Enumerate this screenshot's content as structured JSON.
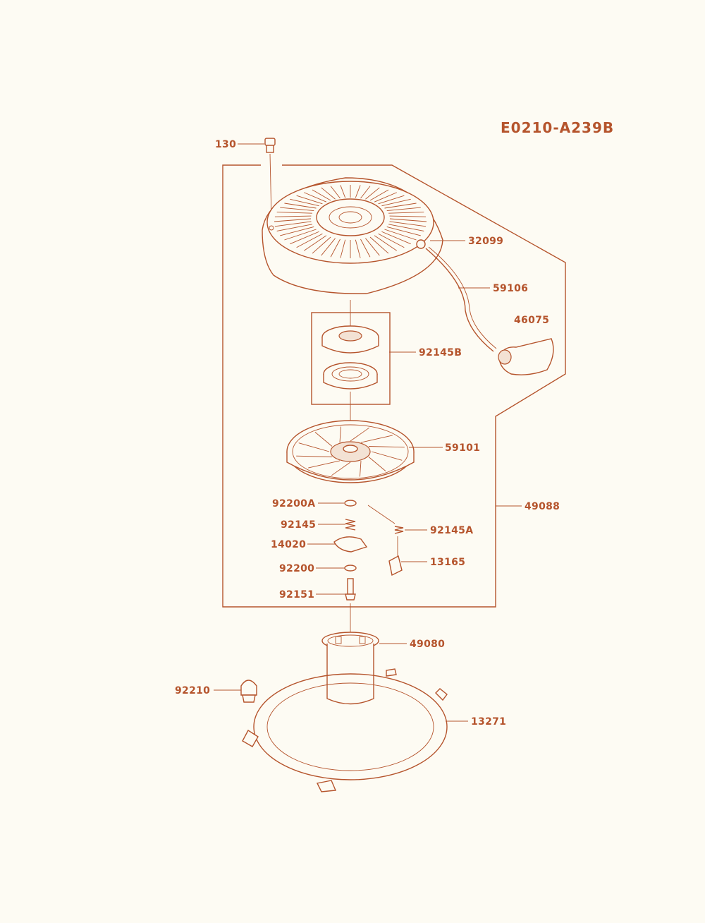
{
  "diagram_code": "E0210-A239B",
  "colors": {
    "line": "#b5542c",
    "background": "#fdfbf3"
  },
  "parts": [
    {
      "id": "130"
    },
    {
      "id": "32099"
    },
    {
      "id": "59106"
    },
    {
      "id": "46075"
    },
    {
      "id": "92145B"
    },
    {
      "id": "59101"
    },
    {
      "id": "49088"
    },
    {
      "id": "92200A"
    },
    {
      "id": "92145"
    },
    {
      "id": "92145A"
    },
    {
      "id": "14020"
    },
    {
      "id": "13165"
    },
    {
      "id": "92200"
    },
    {
      "id": "92151"
    },
    {
      "id": "49080"
    },
    {
      "id": "92210"
    },
    {
      "id": "13271"
    }
  ]
}
